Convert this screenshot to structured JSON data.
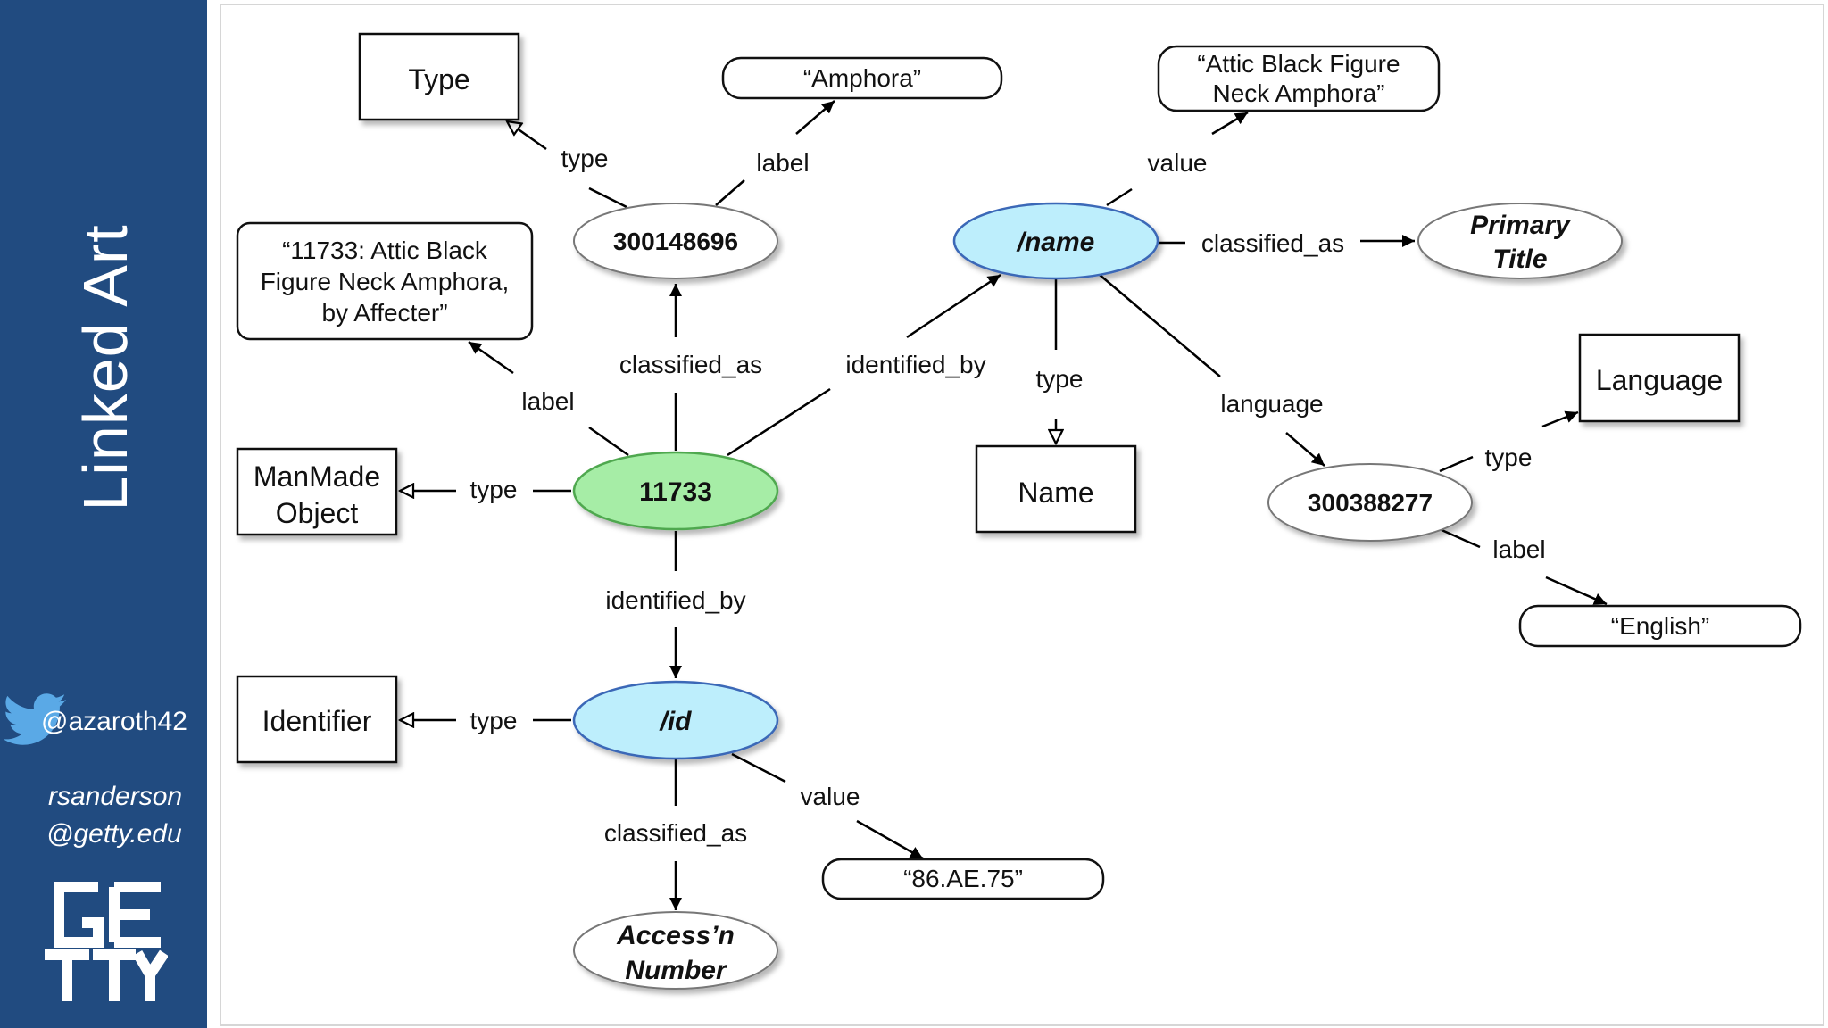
{
  "sidebar": {
    "title": "Linked Art",
    "twitter_handle": "@azaroth42",
    "email_line1": "rsanderson",
    "email_line2": "@getty.edu",
    "logo": "getty-logo",
    "background_color": "#214b80"
  },
  "diagram": {
    "nodes": {
      "type_class": "Type",
      "amphora_literal": "“Amphora”",
      "attic_literal_line1": "“Attic Black Figure",
      "attic_literal_line2": "Neck Amphora”",
      "aat_300148696": "300148696",
      "name_node": "/name",
      "primary_title_line1": "Primary",
      "primary_title_line2": "Title",
      "label_literal_line1": "“11733: Attic Black",
      "label_literal_line2": "Figure Neck Amphora,",
      "label_literal_line3": "by Affecter”",
      "object_11733": "11733",
      "manmade_line1": "ManMade",
      "manmade_line2": "Object",
      "name_class": "Name",
      "language_class": "Language",
      "aat_300388277": "300388277",
      "english_literal": "“English”",
      "identifier_class": "Identifier",
      "id_node": "/id",
      "accession_line1": "Access’n",
      "accession_line2": "Number",
      "accession_literal": "“86.AE.75”"
    },
    "edges": {
      "type_to_type": "type",
      "label_amphora": "label",
      "value_attic": "value",
      "classified_as_primary": "classified_as",
      "classified_as_300148696": "classified_as",
      "identified_by_name": "identified_by",
      "label_11733": "label",
      "type_name": "type",
      "language": "language",
      "type_manmade": "type",
      "type_language": "type",
      "label_english": "label",
      "identified_by_id": "identified_by",
      "type_identifier": "type",
      "value_accession": "value",
      "classified_as_accession": "classified_as"
    },
    "colors": {
      "object_fill": "#a6eda6",
      "object_stroke": "#4fa84f",
      "blank_node_fill": "#bdeefc",
      "blank_node_stroke": "#3a67b7",
      "literal_stroke": "#111111"
    }
  }
}
